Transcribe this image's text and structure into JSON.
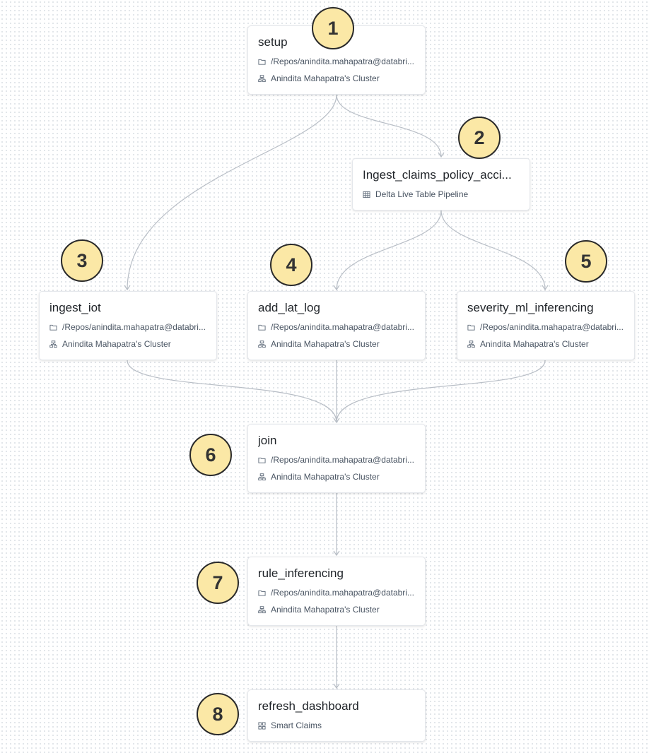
{
  "tasks": [
    {
      "name": "setup",
      "path": "/Repos/anindita.mahapatra@databri...",
      "cluster": "Anindita Mahapatra's Cluster",
      "step": "1"
    },
    {
      "name": "Ingest_claims_policy_acci...",
      "pipeline": "Delta Live Table Pipeline",
      "step": "2"
    },
    {
      "name": "ingest_iot",
      "path": "/Repos/anindita.mahapatra@databri...",
      "cluster": "Anindita Mahapatra's Cluster",
      "step": "3"
    },
    {
      "name": "add_lat_log",
      "path": "/Repos/anindita.mahapatra@databri...",
      "cluster": "Anindita Mahapatra's Cluster",
      "step": "4"
    },
    {
      "name": "severity_ml_inferencing",
      "path": "/Repos/anindita.mahapatra@databri...",
      "cluster": "Anindita Mahapatra's Cluster",
      "step": "5"
    },
    {
      "name": "join",
      "path": "/Repos/anindita.mahapatra@databri...",
      "cluster": "Anindita Mahapatra's Cluster",
      "step": "6"
    },
    {
      "name": "rule_inferencing",
      "path": "/Repos/anindita.mahapatra@databri...",
      "cluster": "Anindita Mahapatra's Cluster",
      "step": "7"
    },
    {
      "name": "refresh_dashboard",
      "dashboard": "Smart Claims",
      "step": "8"
    }
  ],
  "colors": {
    "edge": "#b8bec6",
    "badge_fill": "#fbe8a6",
    "badge_border": "#2a2a2a"
  },
  "icons": {
    "path": "folder-icon",
    "cluster": "cluster-icon",
    "pipeline": "table-icon",
    "dashboard": "dashboard-icon"
  }
}
